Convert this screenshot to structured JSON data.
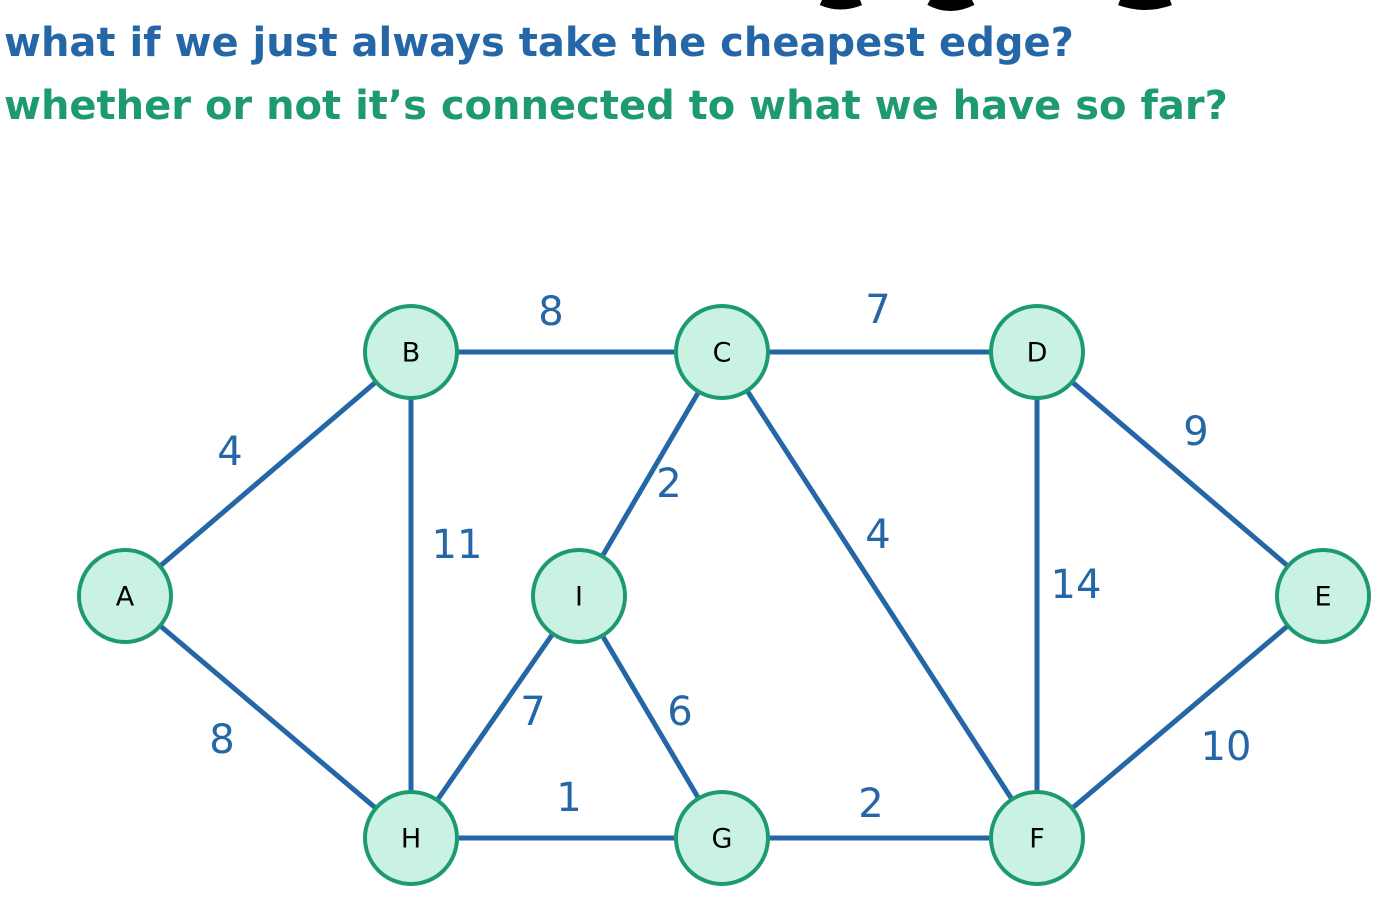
{
  "slide": {
    "subtitle_1": "what if we just always take the cheapest edge?",
    "subtitle_2": "whether or not it’s connected to what we have so far?"
  },
  "colors": {
    "edge": "#2566a6",
    "weight_label": "#2566a6",
    "node_fill": "#c9f2e3",
    "node_stroke": "#1e9a73",
    "node_text": "#000000",
    "subtitle_1": "#2566a6",
    "subtitle_2": "#1e9a73"
  },
  "graph": {
    "nodes": [
      {
        "id": "A",
        "label": "A"
      },
      {
        "id": "B",
        "label": "B"
      },
      {
        "id": "C",
        "label": "C"
      },
      {
        "id": "D",
        "label": "D"
      },
      {
        "id": "E",
        "label": "E"
      },
      {
        "id": "F",
        "label": "F"
      },
      {
        "id": "G",
        "label": "G"
      },
      {
        "id": "H",
        "label": "H"
      },
      {
        "id": "I",
        "label": "I"
      }
    ],
    "edges": [
      {
        "from": "A",
        "to": "B",
        "weight": "4"
      },
      {
        "from": "A",
        "to": "H",
        "weight": "8"
      },
      {
        "from": "B",
        "to": "C",
        "weight": "8"
      },
      {
        "from": "B",
        "to": "H",
        "weight": "11"
      },
      {
        "from": "C",
        "to": "D",
        "weight": "7"
      },
      {
        "from": "C",
        "to": "I",
        "weight": "2"
      },
      {
        "from": "C",
        "to": "F",
        "weight": "4"
      },
      {
        "from": "D",
        "to": "E",
        "weight": "9"
      },
      {
        "from": "D",
        "to": "F",
        "weight": "14"
      },
      {
        "from": "E",
        "to": "F",
        "weight": "10"
      },
      {
        "from": "I",
        "to": "H",
        "weight": "7"
      },
      {
        "from": "I",
        "to": "G",
        "weight": "6"
      },
      {
        "from": "H",
        "to": "G",
        "weight": "1"
      },
      {
        "from": "G",
        "to": "F",
        "weight": "2"
      }
    ]
  }
}
